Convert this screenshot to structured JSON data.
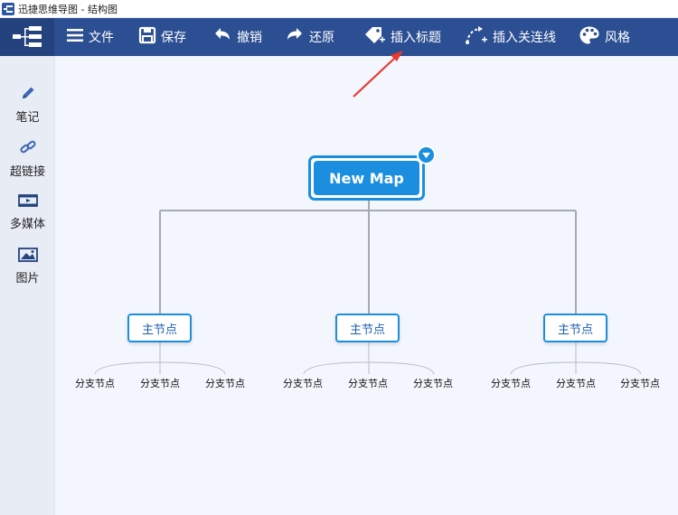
{
  "window": {
    "title": "迅捷思维导图 - 结构图"
  },
  "toolbar": {
    "items": [
      {
        "label": "文件",
        "icon": "menu-icon"
      },
      {
        "label": "保存",
        "icon": "save-icon"
      },
      {
        "label": "撤销",
        "icon": "undo-icon"
      },
      {
        "label": "还原",
        "icon": "redo-icon"
      },
      {
        "label": "插入标题",
        "icon": "tag-icon"
      },
      {
        "label": "插入关连线",
        "icon": "connector-icon"
      },
      {
        "label": "风格",
        "icon": "palette-icon"
      }
    ]
  },
  "sidebar": {
    "items": [
      {
        "label": "笔记",
        "icon": "pencil-icon"
      },
      {
        "label": "超链接",
        "icon": "link-icon"
      },
      {
        "label": "多媒体",
        "icon": "film-icon"
      },
      {
        "label": "图片",
        "icon": "image-icon"
      }
    ]
  },
  "mindmap": {
    "root": "New Map",
    "branches": [
      {
        "label": "主节点",
        "children": [
          "分支节点",
          "分支节点",
          "分支节点"
        ]
      },
      {
        "label": "主节点",
        "children": [
          "分支节点",
          "分支节点",
          "分支节点"
        ]
      },
      {
        "label": "主节点",
        "children": [
          "分支节点",
          "分支节点",
          "分支节点"
        ]
      }
    ]
  },
  "colors": {
    "toolbar": "#2c4f93",
    "node_accent": "#1c8ee0",
    "annotation_arrow": "#e8392f"
  }
}
